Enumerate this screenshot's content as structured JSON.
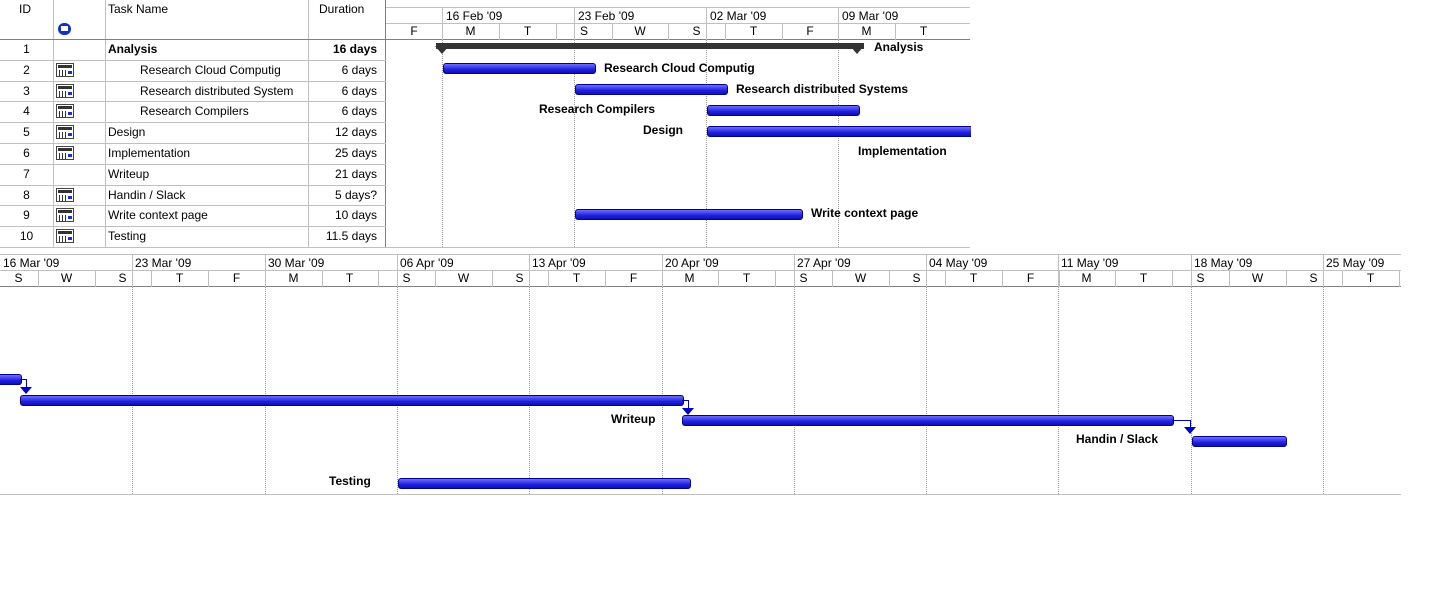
{
  "table": {
    "headers": {
      "id": "ID",
      "task_name": "Task Name",
      "duration": "Duration",
      "info_icon": "info-icon"
    },
    "rows": [
      {
        "id": "1",
        "name": "Analysis",
        "duration": "16 days",
        "icon": false,
        "bold": true,
        "indent": false
      },
      {
        "id": "2",
        "name": "Research Cloud Computig",
        "duration": "6 days",
        "icon": true,
        "bold": false,
        "indent": true
      },
      {
        "id": "3",
        "name": "Research distributed System",
        "duration": "6 days",
        "icon": true,
        "bold": false,
        "indent": true
      },
      {
        "id": "4",
        "name": "Research Compilers",
        "duration": "6 days",
        "icon": true,
        "bold": false,
        "indent": true
      },
      {
        "id": "5",
        "name": "Design",
        "duration": "12 days",
        "icon": true,
        "bold": false,
        "indent": false
      },
      {
        "id": "6",
        "name": "Implementation",
        "duration": "25 days",
        "icon": true,
        "bold": false,
        "indent": false
      },
      {
        "id": "7",
        "name": "Writeup",
        "duration": "21 days",
        "icon": false,
        "bold": false,
        "indent": false
      },
      {
        "id": "8",
        "name": "Handin / Slack",
        "duration": "5 days?",
        "icon": true,
        "bold": false,
        "indent": false
      },
      {
        "id": "9",
        "name": "Write context page",
        "duration": "10 days",
        "icon": true,
        "bold": false,
        "indent": false
      },
      {
        "id": "10",
        "name": "Testing",
        "duration": "11.5 days",
        "icon": true,
        "bold": false,
        "indent": false
      }
    ]
  },
  "top_timescale": {
    "weeks": [
      "16 Feb '09",
      "23 Feb '09",
      "02 Mar '09",
      "09 Mar '09"
    ],
    "days": [
      "F",
      "M",
      "T",
      "S",
      "W",
      "S",
      "T",
      "F",
      "M",
      "T"
    ]
  },
  "bottom_timescale": {
    "weeks": [
      "16 Mar '09",
      "23 Mar '09",
      "30 Mar '09",
      "06 Apr '09",
      "13 Apr '09",
      "20 Apr '09",
      "27 Apr '09",
      "04 May '09",
      "11 May '09",
      "18 May '09",
      "25 May '09"
    ],
    "days": [
      "S",
      "W",
      "S",
      "T",
      "F",
      "M",
      "T",
      "S",
      "W",
      "S",
      "T",
      "F",
      "M",
      "T",
      "S",
      "W",
      "S",
      "T",
      "F",
      "M",
      "T",
      "S",
      "W",
      "S",
      "T"
    ]
  },
  "bar_labels": {
    "analysis": "Analysis",
    "cloud": "Research Cloud Computig",
    "distributed": "Research distributed Systems",
    "compilers": "Research Compilers",
    "design": "Design",
    "implementation": "Implementation",
    "writecontext": "Write context page",
    "writeup": "Writeup",
    "handin": "Handin / Slack",
    "testing": "Testing"
  },
  "colors": {
    "task_bar": "#2020e0",
    "summary_bar": "#333333",
    "link": "#0000c8"
  }
}
